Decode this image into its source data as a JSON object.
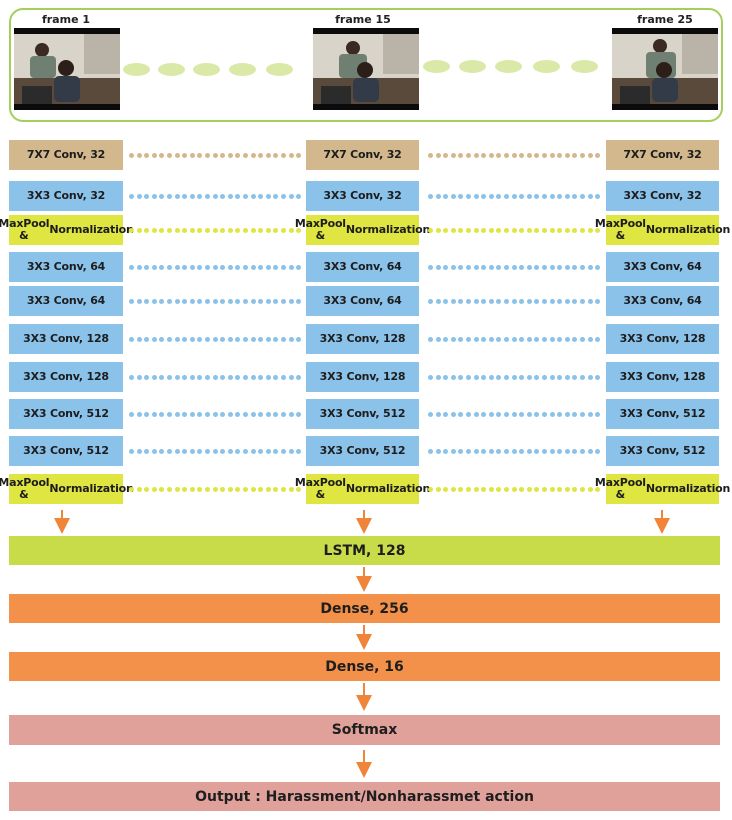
{
  "frames": [
    {
      "label": "frame 1"
    },
    {
      "label": "frame 15"
    },
    {
      "label": "frame 25"
    }
  ],
  "layers": [
    {
      "label": "7X7 Conv, 32",
      "kind": "conv7"
    },
    {
      "label": "3X3 Conv, 32",
      "kind": "conv3"
    },
    {
      "label": "MaxPool & Normalization",
      "line1": "MaxPool &",
      "line2": "Normalization",
      "kind": "pool"
    },
    {
      "label": "3X3 Conv, 64",
      "kind": "conv3"
    },
    {
      "label": "3X3 Conv, 64",
      "kind": "conv3"
    },
    {
      "label": "3X3 Conv, 128",
      "kind": "conv3"
    },
    {
      "label": "3X3 Conv, 128",
      "kind": "conv3"
    },
    {
      "label": "3X3 Conv, 512",
      "kind": "conv3"
    },
    {
      "label": "3X3 Conv, 512",
      "kind": "conv3"
    },
    {
      "label": "MaxPool & Normalization",
      "line1": "MaxPool &",
      "line2": "Normalization",
      "kind": "pool"
    }
  ],
  "head": {
    "lstm": "LSTM, 128",
    "dense1": "Dense, 256",
    "dense2": "Dense, 16",
    "softmax": "Softmax",
    "output": "Output : Harassment/Nonharassmet action"
  },
  "colors": {
    "conv7": "#d2b88c",
    "conv3": "#8ac2ea",
    "pool": "#dfe541",
    "lstm": "#c8dc4a",
    "dense": "#f3904a",
    "softmax": "#e0a19a",
    "arrow": "#f0853a",
    "panel_border": "#a3cf5a"
  }
}
